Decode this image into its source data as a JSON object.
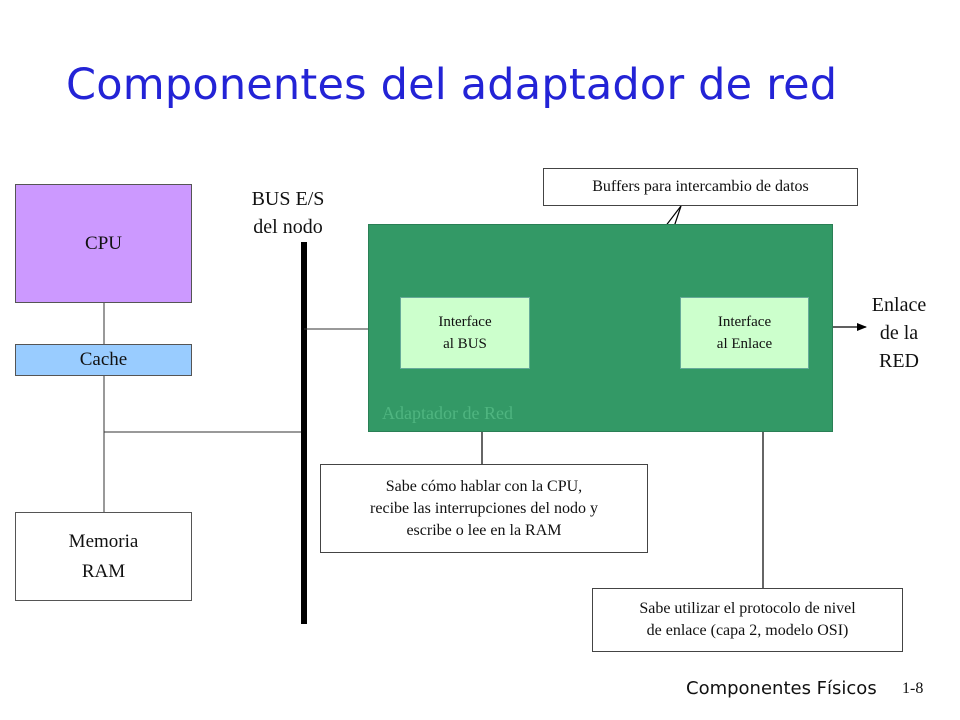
{
  "title": "Componentes del adaptador de red",
  "cpu": "CPU",
  "cache": "Cache",
  "memory": {
    "line1": "Memoria",
    "line2": "RAM"
  },
  "bus": {
    "line1": "BUS E/S",
    "line2": "del nodo"
  },
  "adapter": {
    "label": "Adaptador de Red"
  },
  "interface_bus": {
    "line1": "Interface",
    "line2": "al BUS"
  },
  "interface_link": {
    "line1": "Interface",
    "line2": "al Enlace"
  },
  "network_link": {
    "line1": "Enlace",
    "line2": "de la",
    "line3": "RED"
  },
  "notes": {
    "buffers": "Buffers para intercambio de datos",
    "cpu_comm": {
      "line1": "Sabe cómo hablar con la CPU,",
      "line2": "recibe las interrupciones del nodo y",
      "line3": "escribe o lee en la RAM"
    },
    "link_protocol": {
      "line1": "Sabe utilizar el protocolo de nivel",
      "line2": "de enlace (capa 2, modelo OSI)"
    }
  },
  "footer": {
    "text": "Componentes Físicos",
    "page": "1-8"
  },
  "colors": {
    "title": "#2323d6",
    "cpu": "#cc99ff",
    "cache": "#99ccff",
    "adapter": "#339966",
    "interface": "#ccffcc"
  }
}
